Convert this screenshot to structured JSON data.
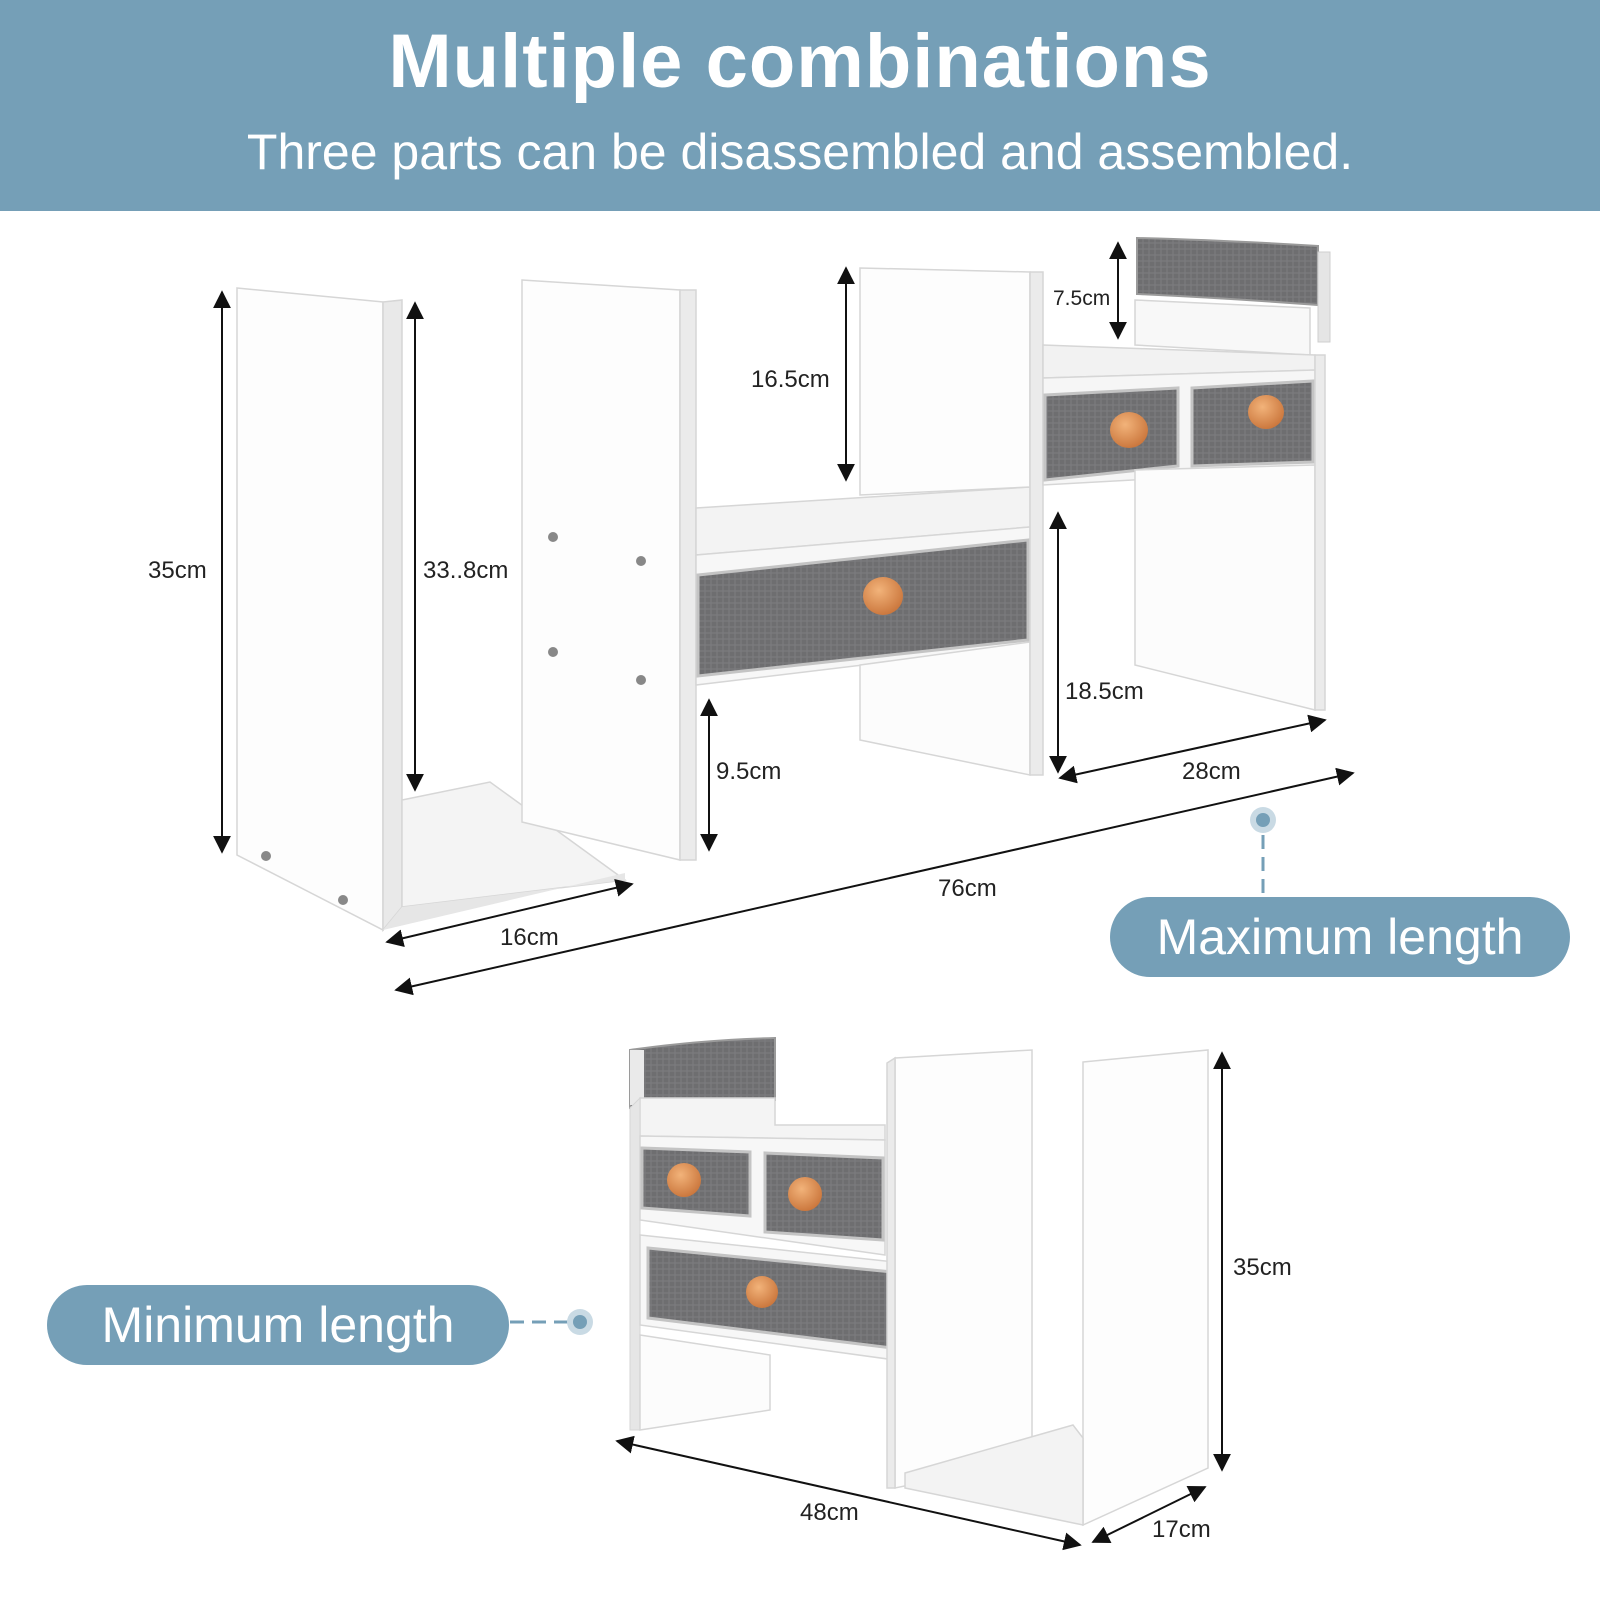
{
  "header": {
    "title": "Multiple combinations",
    "subtitle": "Three parts can be disassembled and assembled."
  },
  "colors": {
    "banner": "#759fb7",
    "board": "#ffffff",
    "fabric": "#6f6f70",
    "knob": "#d98a4e"
  },
  "labels": {
    "max_length": "Maximum length",
    "min_length": "Minimum length"
  },
  "dimensions": {
    "end_height": "35cm",
    "end_inner_height": "33..8cm",
    "shelf_clearance": "9.5cm",
    "upper_gap": "16.5cm",
    "top_gap": "7.5cm",
    "drawer_leg_height": "18.5cm",
    "module_width": "28cm",
    "end_depth": "16cm",
    "max_total": "76cm",
    "min_height": "35cm",
    "min_total": "48cm",
    "min_depth": "17cm"
  }
}
